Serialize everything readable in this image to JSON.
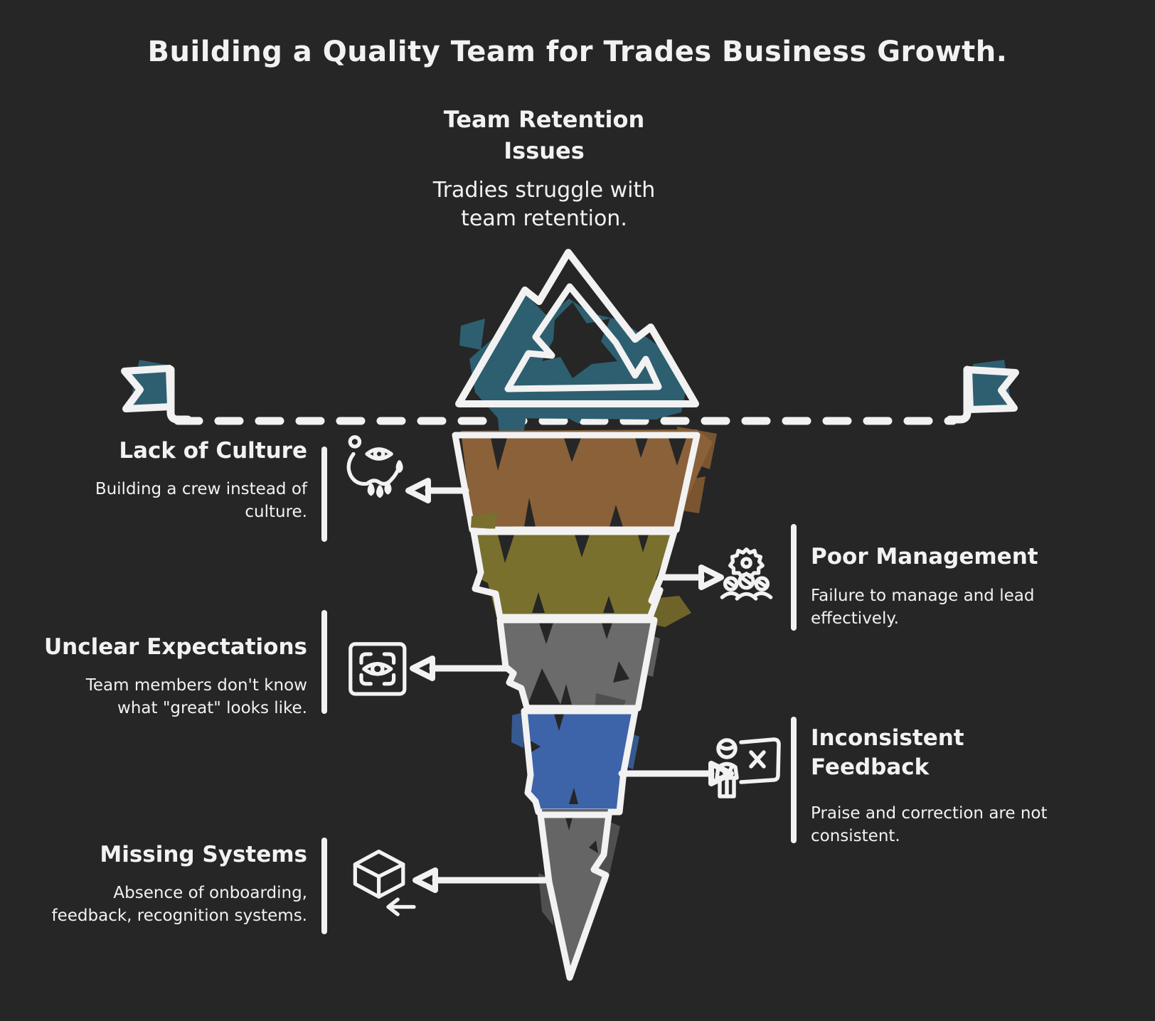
{
  "title": "Building a Quality Team for Trades Business Growth.",
  "top_section": {
    "heading": "Team Retention Issues",
    "description": "Tradies struggle with team retention."
  },
  "colors": {
    "background": "#262626",
    "ink": "#f2f2f2",
    "iceberg_teal": "#2e5f70",
    "water_line": "#f2f2f2"
  },
  "callouts": [
    {
      "heading": "Lack of Culture",
      "description": "Building a crew instead of culture.",
      "icon": "evil-eye-amulet-icon",
      "side": "left",
      "color": "#8a6138"
    },
    {
      "heading": "Poor Management",
      "description": "Failure to manage and lead effectively.",
      "icon": "gear-team-icon",
      "side": "right",
      "color": "#7a702e"
    },
    {
      "heading": "Unclear Expectations",
      "description": "Team members don't know what \"great\" looks like.",
      "icon": "eye-focus-frame-icon",
      "side": "left",
      "color": "#6b6b6b"
    },
    {
      "heading": "Inconsistent Feedback",
      "description": "Praise and correction are not consistent.",
      "icon": "presenter-board-icon",
      "side": "right",
      "color": "#3d64a8"
    },
    {
      "heading": "Missing Systems",
      "description": "Absence of onboarding, feedback, recognition systems.",
      "icon": "cube-import-icon",
      "side": "left",
      "color": "#656565"
    }
  ],
  "decorations": {
    "iceberg": "mountain-iceberg-icon",
    "start_flag": "flag-icon",
    "end_flag": "flag-icon",
    "waterline": "dashed-water-line"
  }
}
